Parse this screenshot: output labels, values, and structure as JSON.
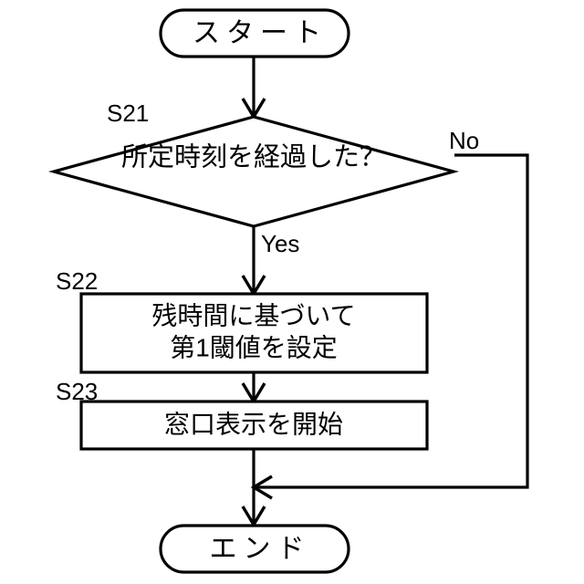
{
  "diagram": {
    "type": "flowchart",
    "language": "ja",
    "title": "",
    "background_color": "#ffffff",
    "line_color": "#000000"
  },
  "nodes": {
    "start": {
      "shape": "terminal",
      "text": "スタート"
    },
    "decision_s21": {
      "shape": "diamond",
      "step_label": "S21",
      "text": "所定時刻を経過した？"
    },
    "process_s22": {
      "shape": "rectangle",
      "step_label": "S22",
      "line1": "残時間に基づいて",
      "line2": "第1閾値を設定"
    },
    "process_s23": {
      "shape": "rectangle",
      "step_label": "S23",
      "line1": "窓口表示を開始"
    },
    "end": {
      "shape": "terminal",
      "text": "エンド"
    }
  },
  "branches": {
    "yes_label": "Yes",
    "no_label": "No"
  }
}
